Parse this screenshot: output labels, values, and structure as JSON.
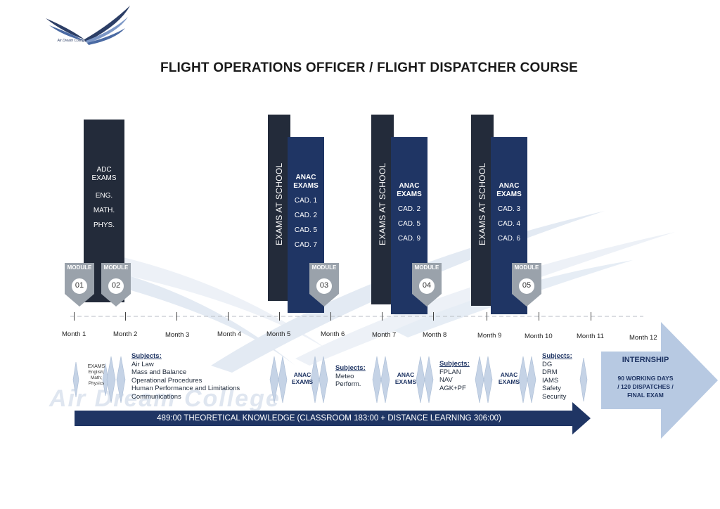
{
  "logo": {
    "text": "Air Dream College"
  },
  "title": "FLIGHT OPERATIONS OFFICER / FLIGHT DISPATCHER COURSE",
  "watermark": "Air Dream College",
  "adc_bar": {
    "lines": [
      "ADC",
      "EXAMS",
      "ENG.",
      "MATH.",
      "PHYS."
    ]
  },
  "school_bars": [
    {
      "label": "EXAMS AT SCHOOL"
    },
    {
      "label": "EXAMS AT SCHOOL"
    },
    {
      "label": "EXAMS AT SCHOOL"
    }
  ],
  "anac_bars": [
    {
      "head": [
        "ANAC",
        "EXAMS"
      ],
      "items": [
        "CAD. 1",
        "CAD. 2",
        "CAD. 5",
        "CAD. 7"
      ]
    },
    {
      "head": [
        "ANAC",
        "EXAMS"
      ],
      "items": [
        "CAD. 2",
        "CAD. 5",
        "CAD. 9"
      ]
    },
    {
      "head": [
        "ANAC",
        "EXAMS"
      ],
      "items": [
        "CAD. 3",
        "CAD. 4",
        "CAD. 6"
      ]
    }
  ],
  "modules": [
    {
      "label": "MODULE",
      "num": "01"
    },
    {
      "label": "MODULE",
      "num": "02"
    },
    {
      "label": "MODULE",
      "num": "03"
    },
    {
      "label": "MODULE",
      "num": "04"
    },
    {
      "label": "MODULE",
      "num": "05"
    }
  ],
  "months": [
    "Month 1",
    "Month 2",
    "Month 3",
    "Month 4",
    "Month 5",
    "Month 6",
    "Month 7",
    "Month 8",
    "Month 9",
    "Month 10",
    "Month 11",
    "Month 12"
  ],
  "first_exams": {
    "head": "EXAMS",
    "lines": [
      "English;",
      "Math;",
      "Physics"
    ]
  },
  "anac_exam_labels": [
    {
      "lines": [
        "ANAC",
        "EXAMS"
      ]
    },
    {
      "lines": [
        "ANAC",
        "EXAMS"
      ]
    },
    {
      "lines": [
        "ANAC",
        "EXAMS"
      ]
    }
  ],
  "subjects": [
    {
      "head": "Subjects:",
      "items": [
        "Air Law",
        "Mass and Balance",
        "Operational Procedures",
        "Human Performance and Limitations",
        "Communications"
      ]
    },
    {
      "head": "Subjects:",
      "items": [
        "Meteo",
        "Perform."
      ]
    },
    {
      "head": "Subjects:",
      "items": [
        "FPLAN",
        "NAV",
        "AGK+PF"
      ]
    },
    {
      "head": "Subjects:",
      "items": [
        "DG",
        "DRM",
        "IAMS",
        "Safety",
        "Security"
      ]
    }
  ],
  "internship": {
    "title": "INTERNSHIP",
    "lines": [
      "90 WORKING DAYS",
      "/ 120 DISPATCHES /",
      "FINAL EXAM"
    ]
  },
  "theory_arrow": "489:00 THEORETICAL KNOWLEDGE (CLASSROOM 183:00 + DISTANCE LEARNING 306:00)",
  "colors": {
    "dark": "#232b3a",
    "navy": "#1f3564",
    "light_blue": "#b7c9e2",
    "module_grey": "#9aa2ab"
  }
}
